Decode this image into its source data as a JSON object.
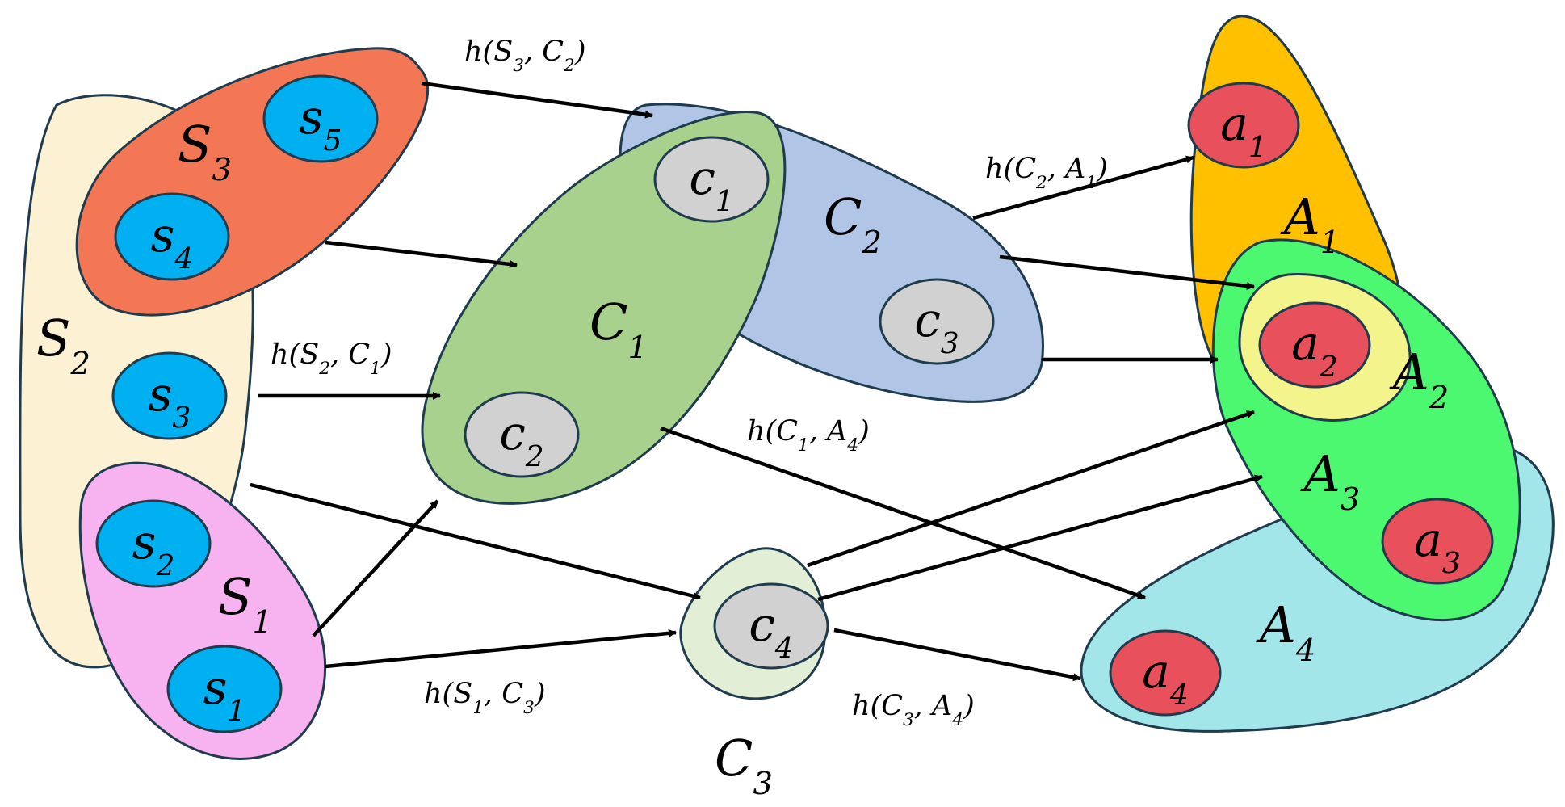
{
  "colors": {
    "S1": "#f7b3ef",
    "S2": "#fdf1d3",
    "S3": "#f47755",
    "C1": "#a8d18e",
    "C2": "#b1c6e6",
    "C3": "#e3eed7",
    "A1": "#ffc000",
    "A2": "#4df871",
    "A3": "#f4f48c",
    "A4": "#a2e6ea",
    "s_node": "#00b0f0",
    "c_node": "#d1d1d1",
    "a_node": "#e8505b"
  },
  "hyperedges": {
    "S1": {
      "base": "S",
      "sub": "1"
    },
    "S2": {
      "base": "S",
      "sub": "2"
    },
    "S3": {
      "base": "S",
      "sub": "3"
    },
    "C1": {
      "base": "C",
      "sub": "1"
    },
    "C2": {
      "base": "C",
      "sub": "2"
    },
    "C3": {
      "base": "C",
      "sub": "3"
    },
    "A1": {
      "base": "A",
      "sub": "1"
    },
    "A2": {
      "base": "A",
      "sub": "2"
    },
    "A3": {
      "base": "A",
      "sub": "3"
    },
    "A4": {
      "base": "A",
      "sub": "4"
    }
  },
  "nodes": {
    "s1": {
      "base": "s",
      "sub": "1"
    },
    "s2": {
      "base": "s",
      "sub": "2"
    },
    "s3": {
      "base": "s",
      "sub": "3"
    },
    "s4": {
      "base": "s",
      "sub": "4"
    },
    "s5": {
      "base": "s",
      "sub": "5"
    },
    "c1": {
      "base": "c",
      "sub": "1"
    },
    "c2": {
      "base": "c",
      "sub": "2"
    },
    "c3": {
      "base": "c",
      "sub": "3"
    },
    "c4": {
      "base": "c",
      "sub": "4"
    },
    "a1": {
      "base": "a",
      "sub": "1"
    },
    "a2": {
      "base": "a",
      "sub": "2"
    },
    "a3": {
      "base": "a",
      "sub": "3"
    },
    "a4": {
      "base": "a",
      "sub": "4"
    }
  },
  "edge_labels": {
    "S3_C2": {
      "pre": "h(S",
      "a": "3",
      "mid": ", C",
      "b": "2",
      "post": ")"
    },
    "S2_C1": {
      "pre": "h(S",
      "a": "2",
      "mid": ", C",
      "b": "1",
      "post": ")"
    },
    "S1_C3": {
      "pre": "h(S",
      "a": "1",
      "mid": ", C",
      "b": "3",
      "post": ")"
    },
    "C2_A1": {
      "pre": "h(C",
      "a": "2",
      "mid": ", A",
      "b": "1",
      "post": ")"
    },
    "C1_A4": {
      "pre": "h(C",
      "a": "1",
      "mid": ", A",
      "b": "4",
      "post": ")"
    },
    "C3_A4": {
      "pre": "h(C",
      "a": "3",
      "mid": ", A",
      "b": "4",
      "post": ")"
    }
  }
}
